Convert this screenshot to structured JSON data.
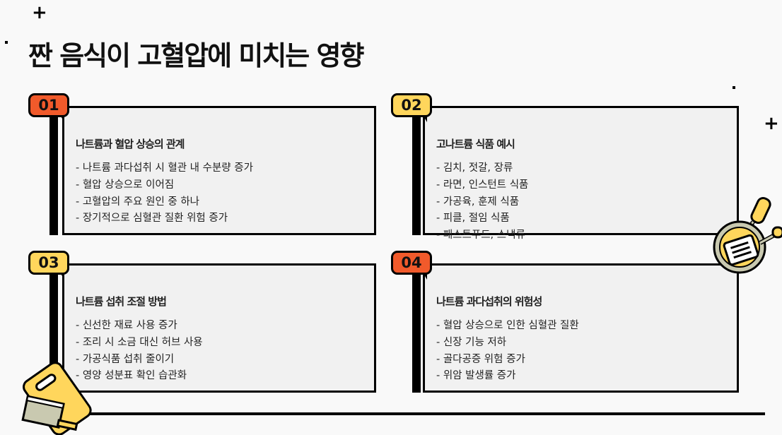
{
  "title": "짠 음식이 고혈압에 미치는 영향",
  "colors": {
    "orange": "#F15A2B",
    "yellow": "#FFD65C",
    "card_bg": "#F1F1F1",
    "page_bg": "#F9F9F9"
  },
  "cards": [
    {
      "number": "01",
      "badge_color": "orange",
      "heading": "나트륨과 혈압 상승의 관계",
      "items": [
        "- 나트륨 과다섭취 시 혈관 내 수분량 증가",
        "- 혈압 상승으로 이어짐",
        "- 고혈압의 주요 원인 중 하나",
        "- 장기적으로 심혈관 질환 위험 증가"
      ]
    },
    {
      "number": "02",
      "badge_color": "yellow",
      "heading": "고나트륨 식품 예시",
      "items": [
        "- 김치, 젓갈, 장류",
        "- 라면, 인스턴트 식품",
        "- 가공육, 훈제 식품",
        "- 피클, 절임 식품",
        "- 패스트푸드, 스낵류"
      ]
    },
    {
      "number": "03",
      "badge_color": "yellow",
      "heading": "나트륨 섭취 조절 방법",
      "items": [
        "- 신선한 재료 사용 증가",
        "- 조리 시 소금 대신 허브 사용",
        "- 가공식품 섭취 줄이기",
        "- 영양 성분표 확인 습관화"
      ]
    },
    {
      "number": "04",
      "badge_color": "orange",
      "heading": "나트륨 과다섭취의 위험성",
      "items": [
        "- 혈압 상승으로 인한 심혈관 질환",
        "- 신장 기능 저하",
        "- 골다공증 위험 증가",
        "- 위암 발생률 증가"
      ]
    }
  ],
  "decorations": {
    "icons": [
      "plus-icon",
      "frying-pan-icon",
      "cutting-board-icon"
    ]
  }
}
